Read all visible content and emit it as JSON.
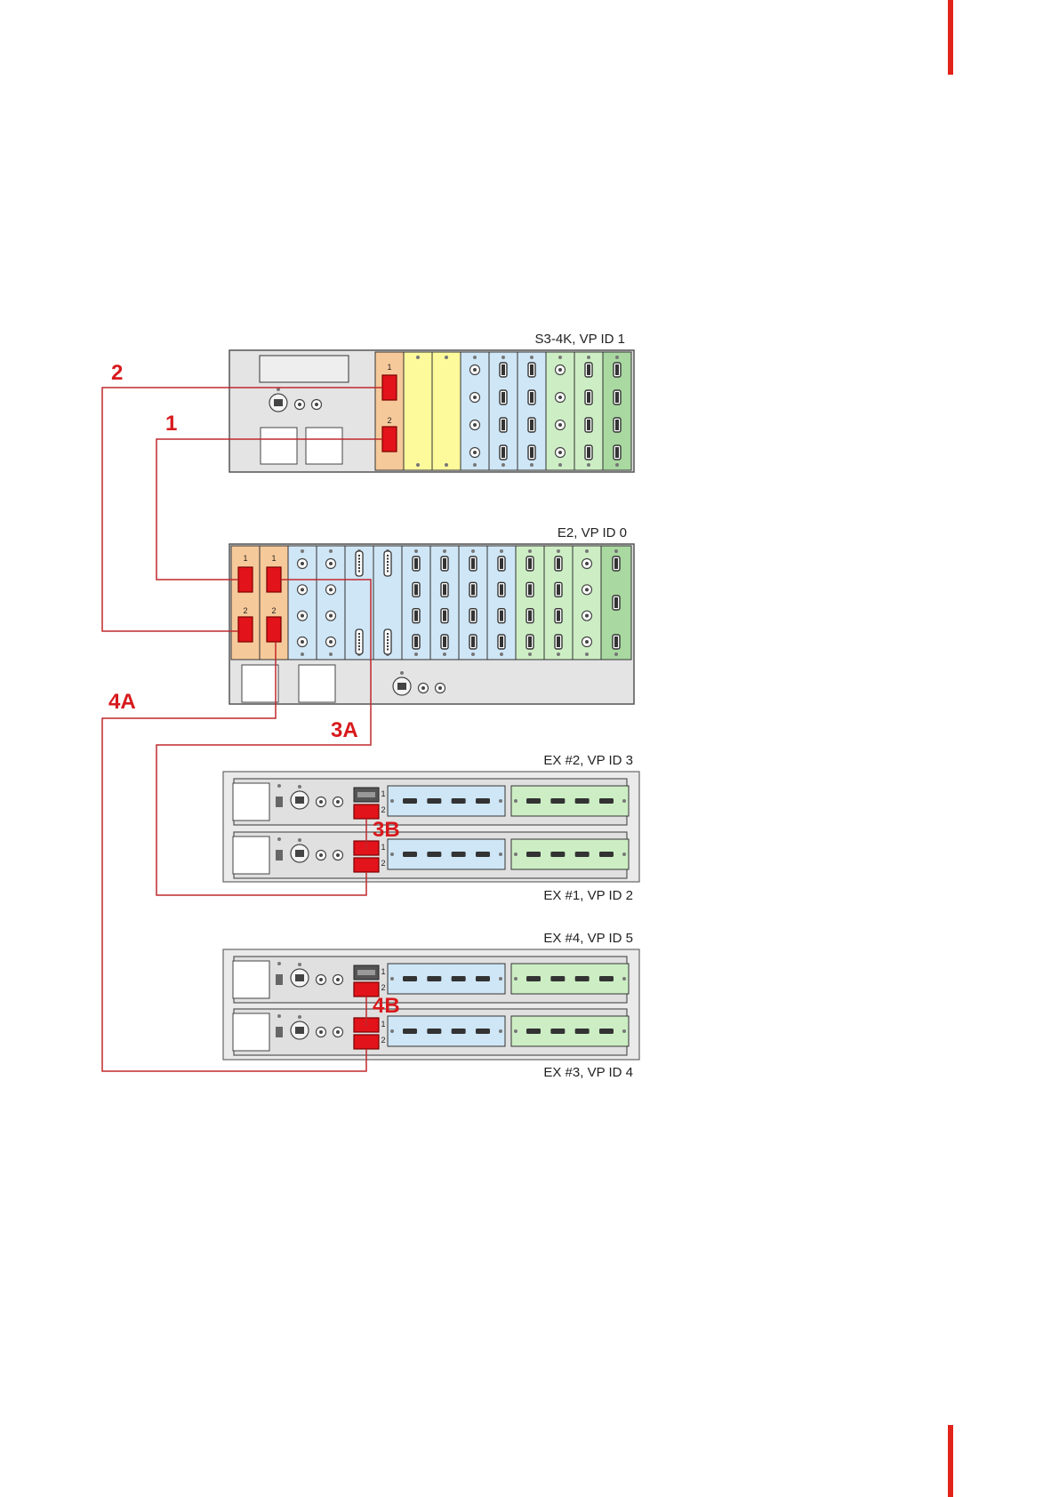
{
  "colors": {
    "accent": "#e2231a",
    "cable": "#c0282d",
    "port_red": "#e2131a",
    "link_card": "#f6c99a",
    "yellow_card": "#fdfa9c",
    "blue_card": "#cfe6f6",
    "green_card": "#cdeec4",
    "dark_green_card": "#a9d8a0",
    "chassis": "#e4e4e4"
  },
  "devices": {
    "s3": {
      "label": "S3-4K, VP ID 1"
    },
    "e2": {
      "label": "E2, VP ID 0"
    },
    "ex2": {
      "label": "EX #2, VP ID 3"
    },
    "ex1": {
      "label": "EX #1, VP ID 2"
    },
    "ex4": {
      "label": "EX #4, VP ID 5"
    },
    "ex3": {
      "label": "EX #3, VP ID 4"
    }
  },
  "connections": {
    "c1": "1",
    "c2": "2",
    "c3a": "3A",
    "c3b": "3B",
    "c4a": "4A",
    "c4b": "4B"
  },
  "port_numbers": {
    "p1": "1",
    "p2": "2"
  }
}
